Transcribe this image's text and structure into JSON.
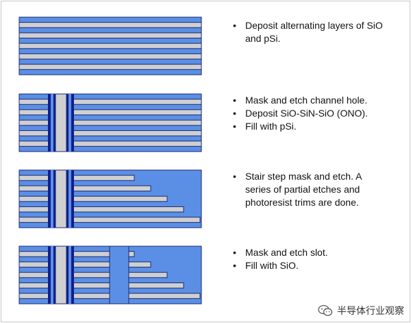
{
  "colors": {
    "blue": "#5b8fe6",
    "gray": "#cfcfd2",
    "outline": "#1a2a6e",
    "dark_blue": "#0f1f8c"
  },
  "panels": [
    {
      "id": "panel-1",
      "step": "deposit-layers",
      "has_hole": false,
      "stair": false,
      "slot": false
    },
    {
      "id": "panel-2",
      "step": "channel-hole",
      "has_hole": true,
      "stair": false,
      "slot": false
    },
    {
      "id": "panel-3",
      "step": "stair-step",
      "has_hole": true,
      "stair": true,
      "slot": false
    },
    {
      "id": "panel-4",
      "step": "slot",
      "has_hole": true,
      "stair": true,
      "slot": true
    }
  ],
  "steps": [
    {
      "bullets": [
        "Deposit alternating layers of SiO",
        "and pSi."
      ]
    },
    {
      "bullets": [
        "Mask and etch channel hole.",
        "Deposit SiO-SiN-SiO (ONO).",
        "Fill with pSi."
      ]
    },
    {
      "bullets": [
        "Stair step mask and etch. A",
        "series of partial etches and",
        "photoresist trims are done."
      ]
    },
    {
      "bullets": [
        "Mask and etch slot.",
        "Fill with SiO."
      ]
    }
  ],
  "watermark": {
    "icon": "wechat-icon",
    "text": "半导体行业观察"
  }
}
